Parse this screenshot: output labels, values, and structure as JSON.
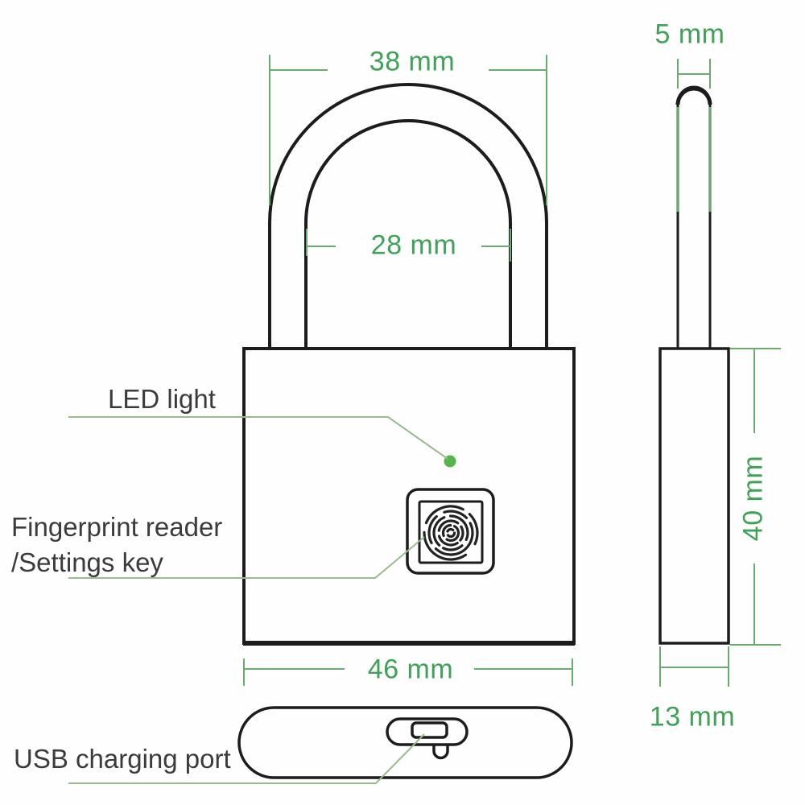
{
  "diagram": {
    "labels": {
      "led": "LED light",
      "fingerprint_line1": "Fingerprint reader",
      "fingerprint_line2": "/Settings key",
      "usb": "USB charging port"
    },
    "dimensions": {
      "shackle_outer_width": "38 mm",
      "shackle_inner_width": "28 mm",
      "shackle_thickness": "5 mm",
      "body_width": "46 mm",
      "body_height": "40 mm",
      "body_thickness": "13 mm"
    },
    "colors": {
      "dimension_text": "#3fa257",
      "dimension_line": "#6aab72",
      "leader_line": "#9abb8b",
      "outline": "#1c1c1c",
      "led_dot": "#55b44b",
      "label_text": "#3b3b3b"
    }
  }
}
